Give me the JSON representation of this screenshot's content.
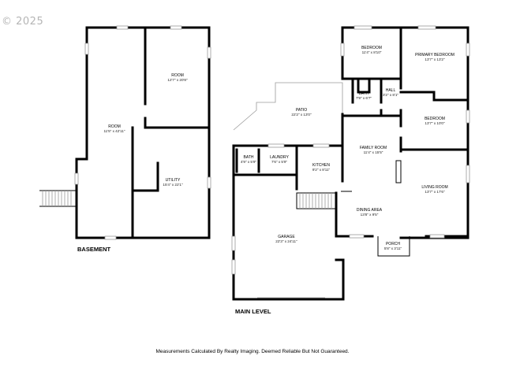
{
  "copyright": "© 2025",
  "rooms": {
    "basement_room": {
      "name": "ROOM",
      "dims": "11'5\" x 42'11\""
    },
    "basement_room2": {
      "name": "ROOM",
      "dims": "12'7\" x 20'8\""
    },
    "utility": {
      "name": "UTILITY",
      "dims": "15'4\" x 22'1\""
    },
    "bedroom_top": {
      "name": "BEDROOM",
      "dims": "11'4\" x 8'10\""
    },
    "primary_bedroom": {
      "name": "PRIMARY BEDROOM",
      "dims": "13'7\" x 13'2\""
    },
    "bath_upper": {
      "name": "BATH",
      "dims": "7'9\" x 6'7\""
    },
    "hall": {
      "name": "HALL",
      "dims": "3'2\" x 8'1\""
    },
    "patio": {
      "name": "PATIO",
      "dims": "22'2\" x 13'0\""
    },
    "bedroom_right": {
      "name": "BEDROOM",
      "dims": "13'7\" x 10'0\""
    },
    "family_room": {
      "name": "FAMILY ROOM",
      "dims": "11'4\" x 15'5\""
    },
    "bath_lower": {
      "name": "BATH",
      "dims": "4'9\" x 5'9\""
    },
    "laundry": {
      "name": "LAUNDRY",
      "dims": "7'6\" x 5'9\""
    },
    "kitchen": {
      "name": "KITCHEN",
      "dims": "9'2\" x 8'11\""
    },
    "living_room": {
      "name": "LIVING ROOM",
      "dims": "13'7\" x 17'6\""
    },
    "dining_area": {
      "name": "DINING AREA",
      "dims": "13'8\" x 9'5\""
    },
    "garage": {
      "name": "GARAGE",
      "dims": "22'3\" x 24'11\""
    },
    "porch": {
      "name": "PORCH",
      "dims": "5'8\" x 3'11\""
    }
  },
  "sections": {
    "basement": "BASEMENT",
    "main_level": "MAIN LEVEL"
  },
  "footer": "Measurements Calculated By Realty Imaging.  Deemed Reliable But Not Guaranteed."
}
